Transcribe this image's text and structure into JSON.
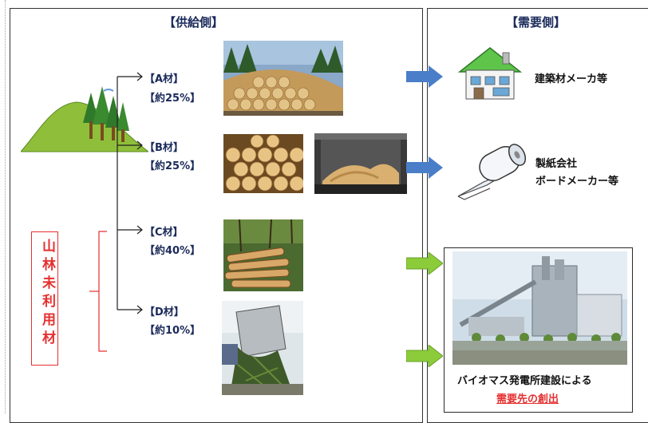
{
  "supply": {
    "title": "【供給側】"
  },
  "demand": {
    "title": "【需要側】"
  },
  "materials": [
    {
      "name": "【A材】",
      "share": "【約25%】"
    },
    {
      "name": "【B材】",
      "share": "【約25%】"
    },
    {
      "name": "【C材】",
      "share": "【約40%】"
    },
    {
      "name": "【D材】",
      "share": "【約10%】"
    }
  ],
  "unused_label": "山林未利用材",
  "destinations": {
    "a": "建築材メーカ等",
    "b_line1": "製紙会社",
    "b_line2": "ボードメーカー等",
    "bio_line1": "バイオマス発電所建設による",
    "bio_line2": "需要先の創出"
  },
  "colors": {
    "blue_arrow": "#4a7ec8",
    "green_arrow": "#8ccc3a",
    "red": "#e53030"
  }
}
